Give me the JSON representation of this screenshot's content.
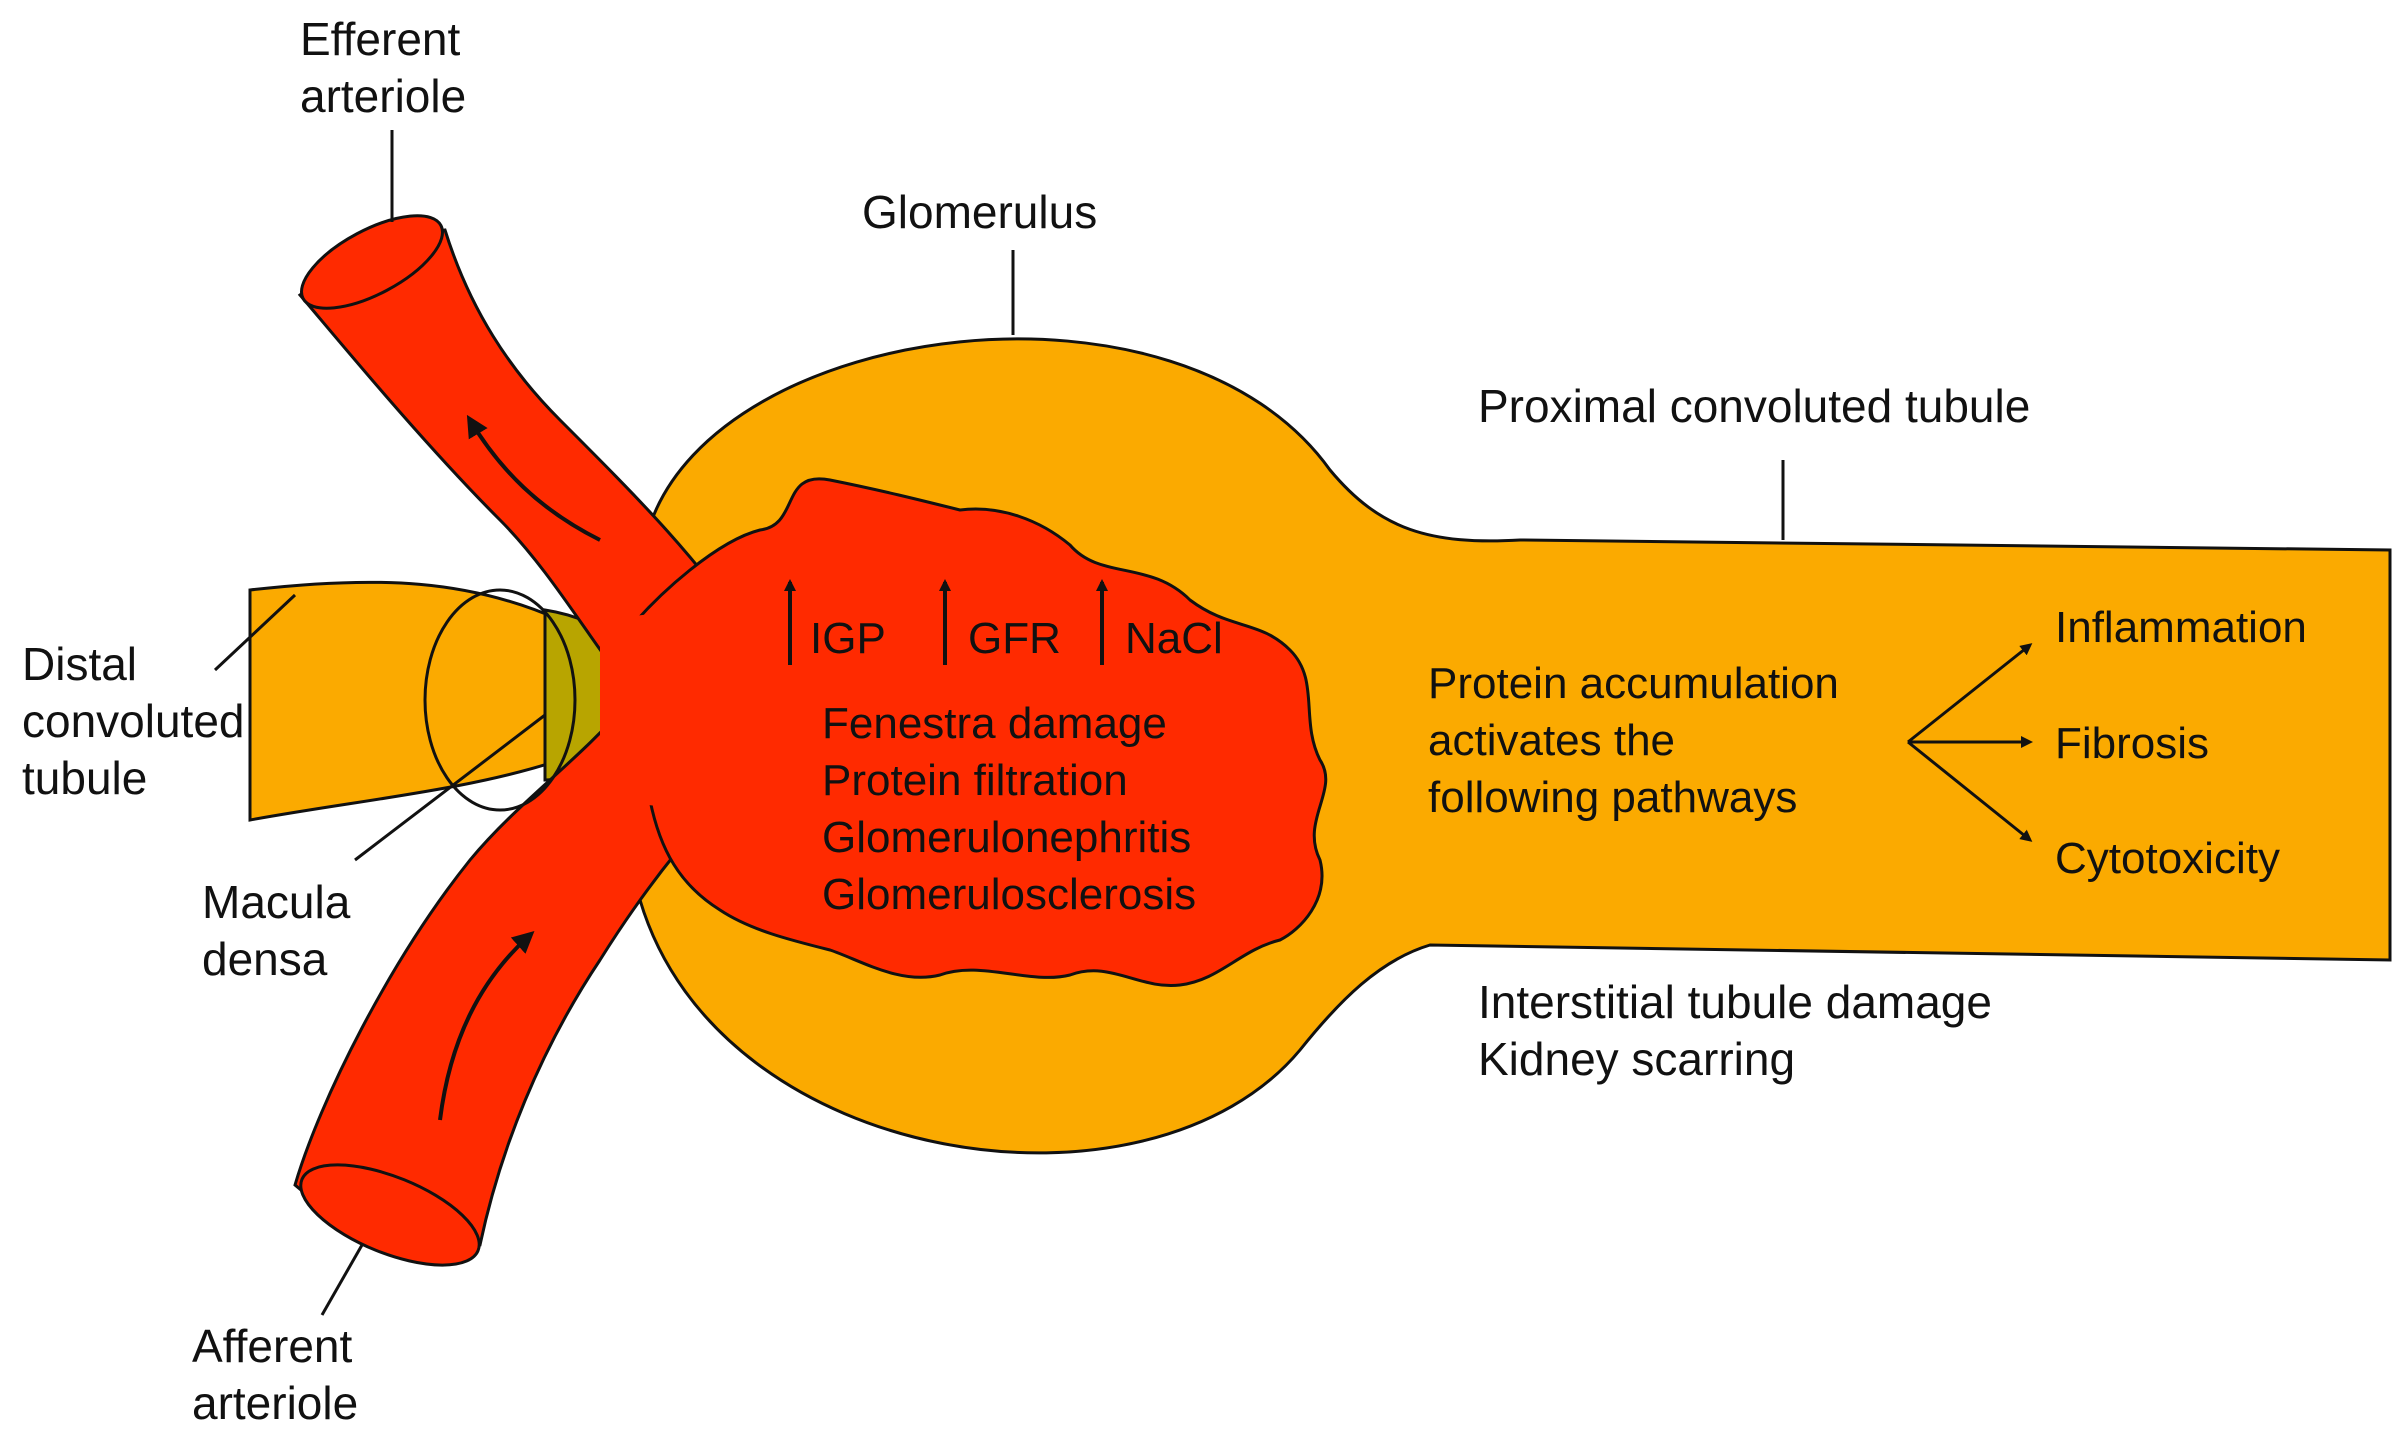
{
  "labels": {
    "efferent_arteriole": [
      "Efferent",
      "arteriole"
    ],
    "glomerulus": "Glomerulus",
    "proximal_tubule": "Proximal convoluted tubule",
    "distal_tubule": [
      "Distal",
      "convoluted",
      "tubule"
    ],
    "macula_densa": [
      "Macula",
      "densa"
    ],
    "afferent_arteriole": [
      "Afferent",
      "arteriole"
    ],
    "interstitial": [
      "Interstitial tubule damage",
      "Kidney scarring"
    ]
  },
  "glomerulus_effects": {
    "increased": [
      "IGP",
      "GFR",
      "NaCl"
    ],
    "damage": [
      "Fenestra damage",
      "Protein filtration",
      "Glomerulonephritis",
      "Glomerulosclerosis"
    ]
  },
  "pathway": {
    "source": [
      "Protein accumulation",
      "activates the",
      "following pathways"
    ],
    "outcomes": [
      "Inflammation",
      "Fibrosis",
      "Cytotoxicity"
    ]
  },
  "colors": {
    "tubule": "#FBAA00",
    "vessel": "#FF2A00",
    "macula": "#B8A500",
    "outline": "#111111"
  }
}
